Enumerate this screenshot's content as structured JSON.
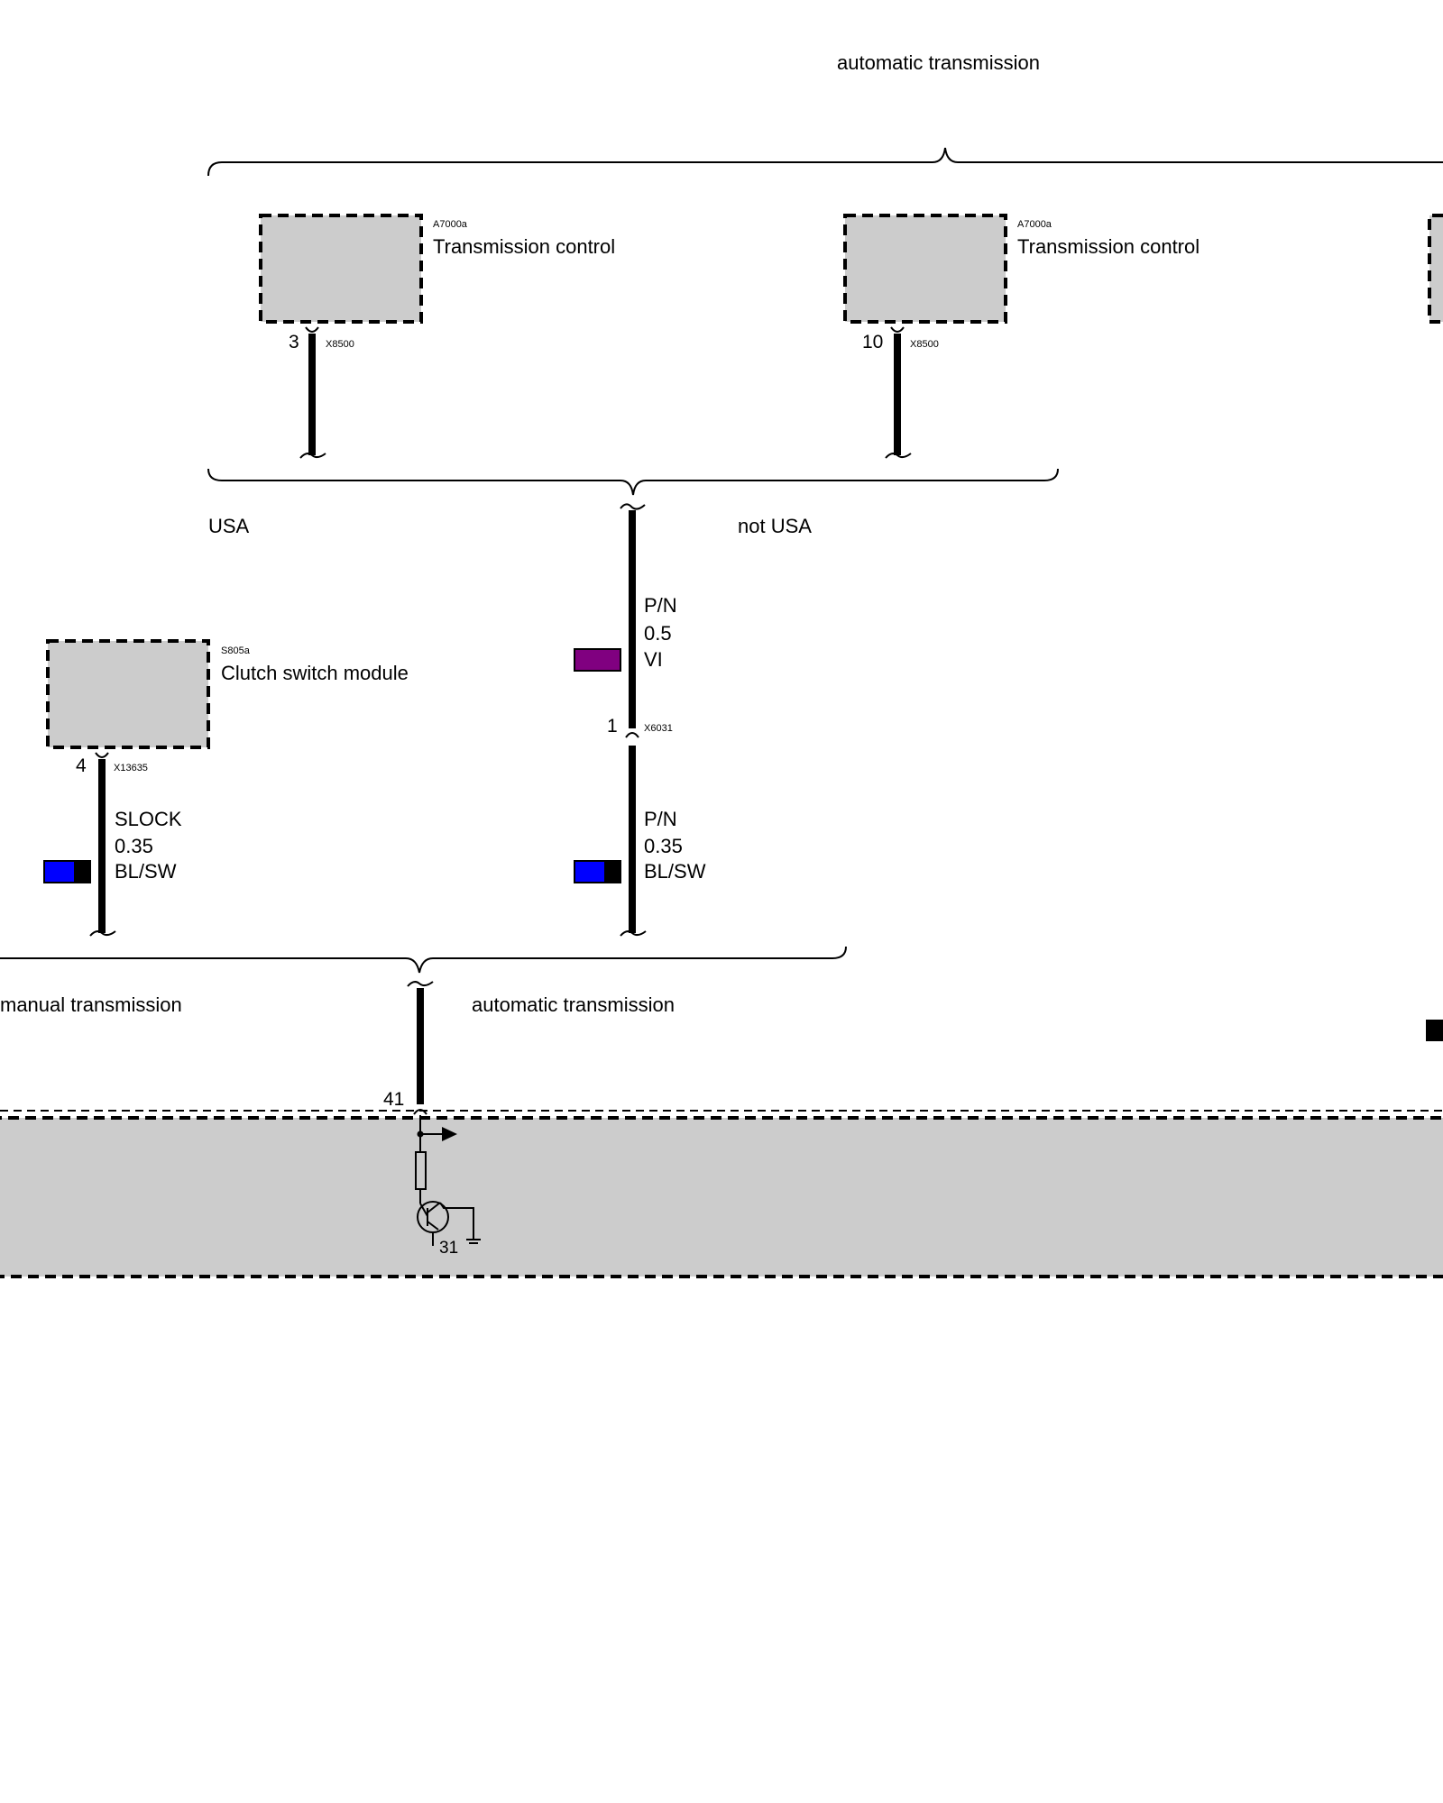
{
  "groups": {
    "top": "automatic transmission",
    "usa": "USA",
    "not_usa": "not USA",
    "manual": "manual transmission",
    "automatic": "automatic transmission"
  },
  "components": {
    "tc_left": {
      "id": "A7000a",
      "name": "Transmission control",
      "pin": "3",
      "connector": "X8500"
    },
    "tc_right": {
      "id": "A7000a",
      "name": "Transmission control",
      "pin": "10",
      "connector": "X8500"
    },
    "clutch": {
      "id": "S805a",
      "name": "Clutch switch module",
      "pin": "4",
      "connector": "X13635"
    }
  },
  "wires": {
    "pn_upper": {
      "signal": "P/N",
      "gauge": "0.5",
      "color_code": "VI",
      "colors": [
        "#800080"
      ]
    },
    "pn_lower": {
      "signal": "P/N",
      "gauge": "0.35",
      "color_code": "BL/SW",
      "colors": [
        "#0000ff",
        "#000000"
      ]
    },
    "slock": {
      "signal": "SLOCK",
      "gauge": "0.35",
      "color_code": "BL/SW",
      "colors": [
        "#0000ff",
        "#000000"
      ]
    }
  },
  "connector_mid": {
    "pin": "1",
    "connector": "X6031"
  },
  "module": {
    "pin": "41",
    "ground": "31"
  }
}
